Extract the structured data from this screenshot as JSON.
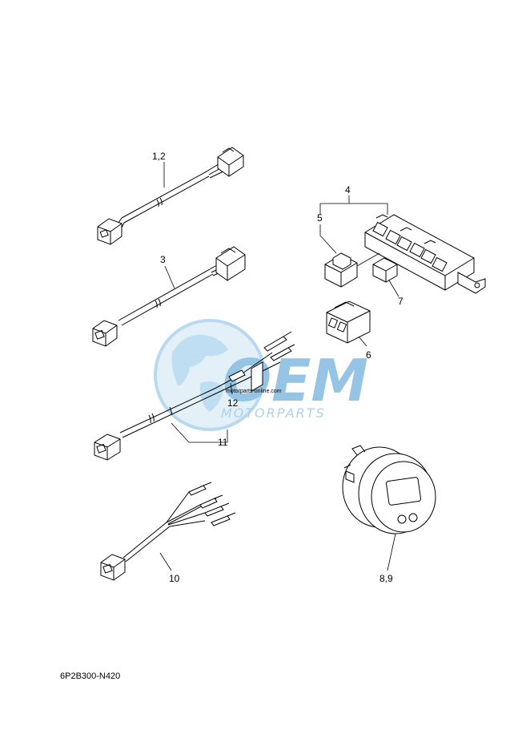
{
  "callouts": {
    "harness_12": "1,2",
    "harness_3": "3",
    "connector_set_4": "4",
    "connector_5": "5",
    "connector_6": "6",
    "connector_7": "7",
    "meter_89": "8,9",
    "harness_10": "10",
    "harness_11": "11",
    "part_12": "12"
  },
  "watermark": {
    "title": "OEM",
    "subtitle": "MOTORPARTS",
    "fine_print": "motorparts-online.com"
  },
  "reference_code": "6P2B300-N420",
  "colors": {
    "line": "#000000",
    "watermark_blue": "#4fa3d8",
    "watermark_light": "#cfe4f3"
  }
}
